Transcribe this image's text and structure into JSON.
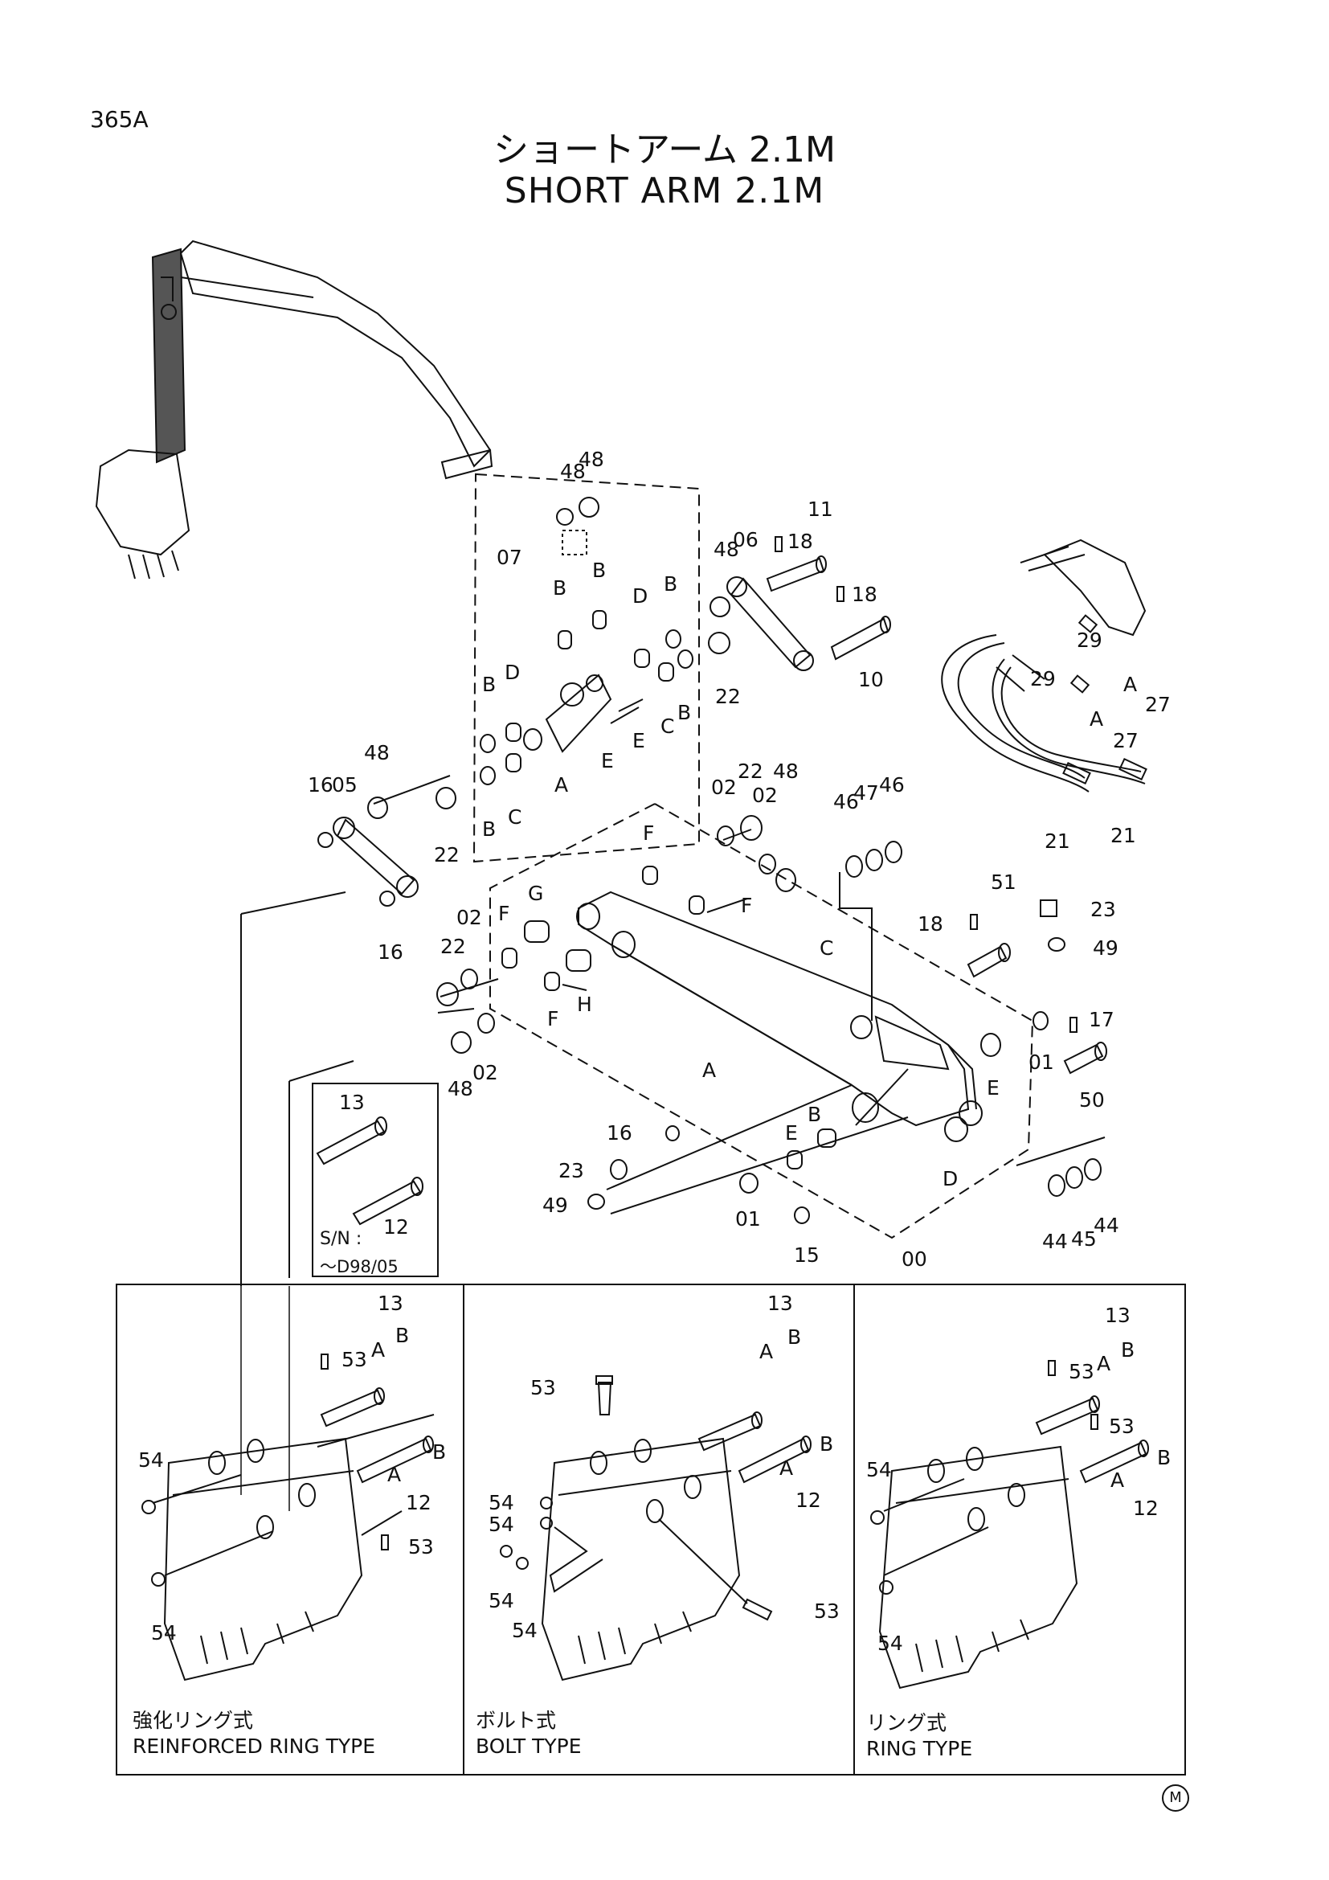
{
  "header": {
    "page_number": "365A",
    "title_jp": "ショートアーム 2.1M",
    "title_en": "SHORT ARM 2.1M"
  },
  "inset": {
    "serial_label": "S/N :",
    "serial_range": "～D98/05",
    "parts": [
      "13",
      "12"
    ]
  },
  "callouts": {
    "p00": "00",
    "p01": "01",
    "p02": "02",
    "p05": "05",
    "p06": "06",
    "p07": "07",
    "p10": "10",
    "p11": "11",
    "p12": "12",
    "p13": "13",
    "p15": "15",
    "p16": "16",
    "p17": "17",
    "p18": "18",
    "p21": "21",
    "p22": "22",
    "p23": "23",
    "p27": "27",
    "p29": "29",
    "p44": "44",
    "p45": "45",
    "p46": "46",
    "p47": "47",
    "p48": "48",
    "p49": "49",
    "p50": "50",
    "p51": "51",
    "p53": "53",
    "p54": "54",
    "A": "A",
    "B": "B",
    "C": "C",
    "D": "D",
    "E": "E",
    "F": "F",
    "G": "G",
    "H": "H"
  },
  "bucket_types": [
    {
      "label_jp": "強化リング式",
      "label_en": "REINFORCED RING TYPE"
    },
    {
      "label_jp": "ボルト式",
      "label_en": "BOLT TYPE"
    },
    {
      "label_jp": "リング式",
      "label_en": "RING TYPE"
    }
  ],
  "footer_mark": "M"
}
